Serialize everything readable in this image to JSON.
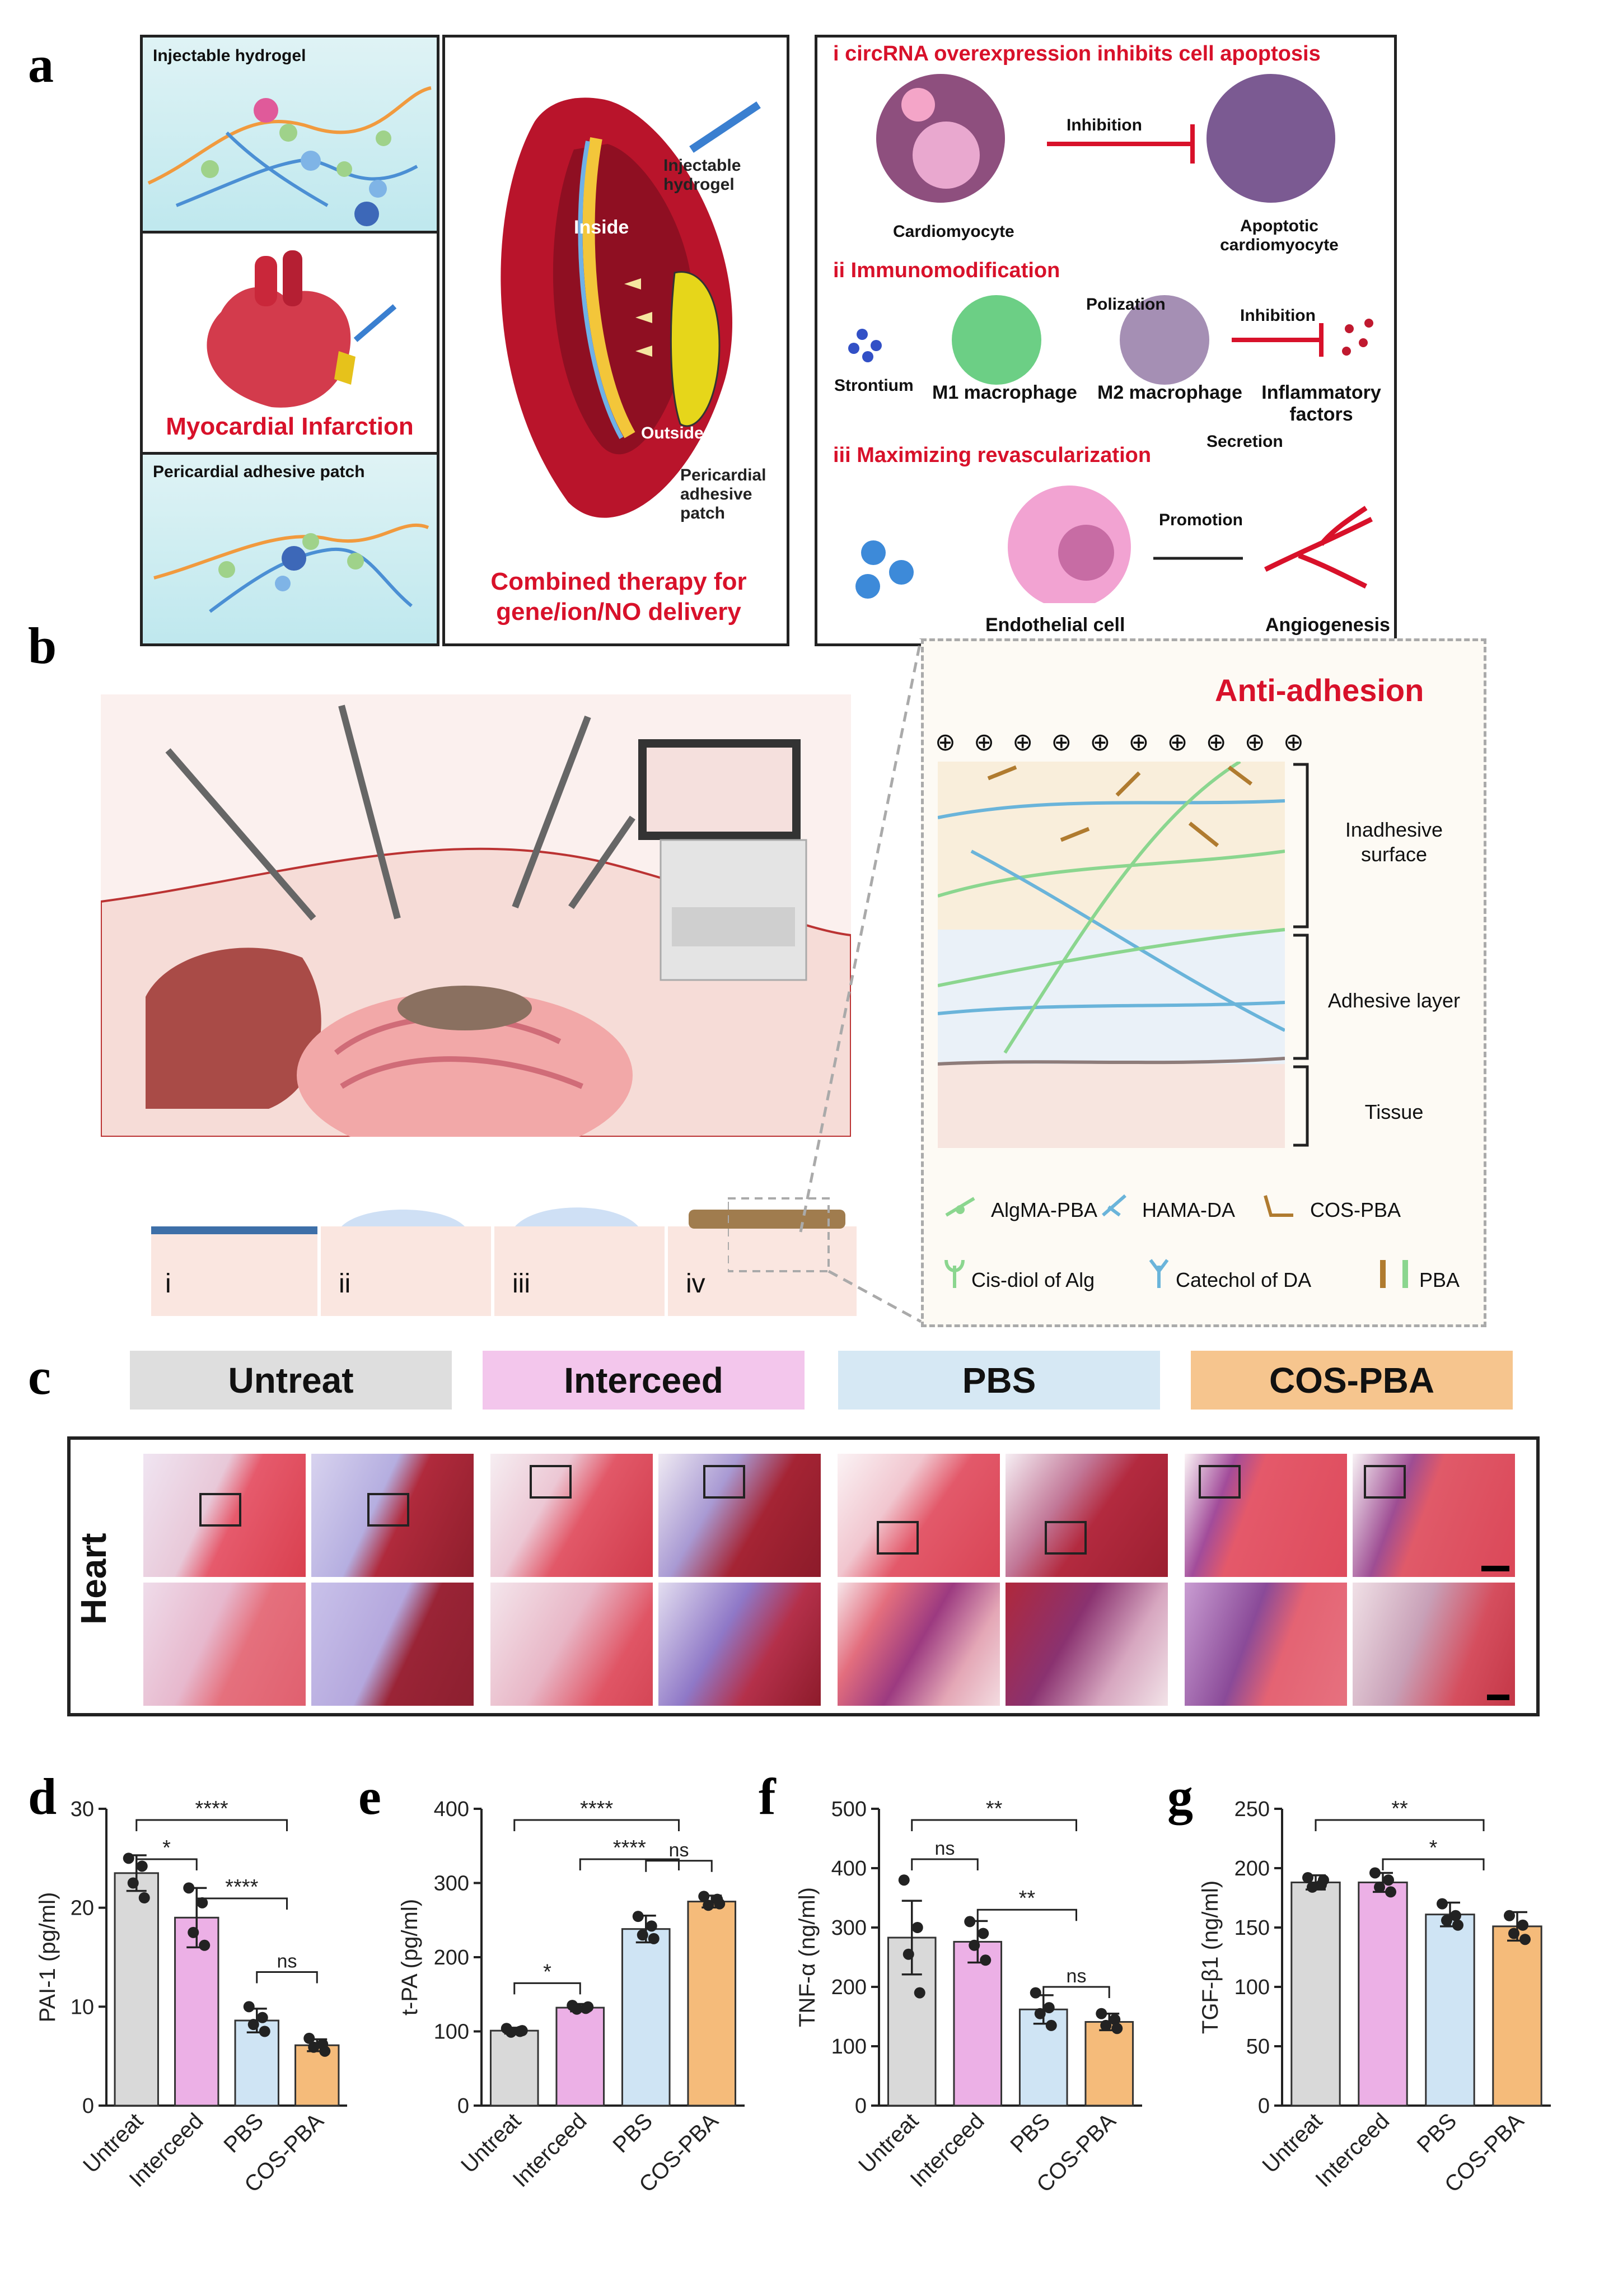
{
  "panel_labels": {
    "a": "a",
    "b": "b",
    "c": "c",
    "d": "d",
    "e": "e",
    "f": "f",
    "g": "g"
  },
  "panel_a": {
    "left_top_label": "Injectable hydrogel",
    "left_mid_label": "Myocardial Infarction",
    "left_bottom_label": "Pericardial adhesive patch",
    "center_labels": {
      "injectable_hydrogel": "Injectable hydrogel",
      "inside": "Inside",
      "outside": "Outside",
      "patch": "Pericardial adhesive patch",
      "combined": "Combined therapy for gene/ion/NO delivery"
    },
    "right": {
      "i_title": "i  circRNA overexpression inhibits cell apoptosis",
      "cardiomyocyte": "Cardiomyocyte",
      "inhibition1": "Inhibition",
      "apoptotic": "Apoptotic cardiomyocyte",
      "ii_title": "ii  Immunomodification",
      "strontium": "Strontium",
      "polization": "Polization",
      "m1": "M1 macrophage",
      "m2": "M2 macrophage",
      "inhibition2": "Inhibition",
      "inflammatory": "Inflammatory factors",
      "secretion": "Secretion",
      "iii_title": "iii  Maximizing revascularization",
      "promotion": "Promotion",
      "endothelial": "Endothelial cell",
      "angiogenesis": "Angiogenesis"
    }
  },
  "panel_b": {
    "anti_adhesion": "Anti-adhesion",
    "layers": [
      "Inadhesive surface",
      "Adhesive layer",
      "Tissue"
    ],
    "steps": [
      "i",
      "ii",
      "iii",
      "iv"
    ],
    "legend": [
      "AlgMA-PBA",
      "HAMA-DA",
      "COS-PBA",
      "Cis-diol of Alg",
      "Catechol of DA",
      "PBA"
    ],
    "plus_sign": "⊕"
  },
  "panel_c": {
    "groups": [
      {
        "name": "Untreat",
        "color": "#dedede"
      },
      {
        "name": "Interceed",
        "color": "#f3c6ec"
      },
      {
        "name": "PBS",
        "color": "#d6e8f4"
      },
      {
        "name": "COS-PBA",
        "color": "#f6c58e"
      }
    ],
    "row_label": "Heart"
  },
  "colors": {
    "untreat": "#d9d9d9",
    "interceed": "#ecb0e6",
    "pbs": "#cfe4f4",
    "cospba": "#f5bb7a",
    "accent_red": "#d8112a"
  },
  "chart_data": [
    {
      "panel": "d",
      "type": "bar",
      "categories": [
        "Untreat",
        "Interceed",
        "PBS",
        "COS-PBA"
      ],
      "values": [
        23.5,
        19.0,
        8.6,
        6.1
      ],
      "errors": [
        1.8,
        3.0,
        1.2,
        0.6
      ],
      "points": [
        [
          25.0,
          24.2,
          22.5,
          21.0
        ],
        [
          22.0,
          20.5,
          17.5,
          16.2
        ],
        [
          10.0,
          8.9,
          8.2,
          7.5
        ],
        [
          6.8,
          6.2,
          5.9,
          5.5
        ]
      ],
      "ylabel": "PAI-1 (pg/ml)",
      "yticks": [
        0,
        10,
        20,
        30
      ],
      "ylim": [
        0,
        30
      ],
      "sig": [
        "****",
        "*",
        "****",
        "ns"
      ]
    },
    {
      "panel": "e",
      "type": "bar",
      "categories": [
        "Untreat",
        "Interceed",
        "PBS",
        "COS-PBA"
      ],
      "values": [
        101,
        132,
        238,
        275
      ],
      "errors": [
        4,
        5,
        18,
        8
      ],
      "points": [
        [
          104,
          100,
          99,
          101
        ],
        [
          135,
          131,
          130,
          133
        ],
        [
          255,
          242,
          230,
          225
        ],
        [
          282,
          278,
          270,
          272
        ]
      ],
      "ylabel": "t-PA (pg/ml)",
      "yticks": [
        0,
        100,
        200,
        300,
        400
      ],
      "ylim": [
        0,
        400
      ],
      "sig": [
        "****",
        "****",
        "*",
        "ns"
      ]
    },
    {
      "panel": "f",
      "type": "bar",
      "categories": [
        "Untreat",
        "Interceed",
        "PBS",
        "COS-PBA"
      ],
      "values": [
        283,
        276,
        162,
        141
      ],
      "errors": [
        62,
        35,
        24,
        14
      ],
      "points": [
        [
          380,
          300,
          255,
          190
        ],
        [
          310,
          290,
          270,
          245
        ],
        [
          190,
          165,
          155,
          135
        ],
        [
          155,
          145,
          135,
          130
        ]
      ],
      "ylabel": "TNF-α (ng/ml)",
      "yticks": [
        0,
        100,
        200,
        300,
        400,
        500
      ],
      "ylim": [
        0,
        500
      ],
      "sig": [
        "**",
        "ns",
        "**",
        "ns"
      ]
    },
    {
      "panel": "g",
      "type": "bar",
      "categories": [
        "Untreat",
        "Interceed",
        "PBS",
        "COS-PBA"
      ],
      "values": [
        188,
        188,
        161,
        151
      ],
      "errors": [
        6,
        8,
        10,
        12
      ],
      "points": [
        [
          192,
          186,
          184,
          190
        ],
        [
          196,
          190,
          184,
          180
        ],
        [
          170,
          160,
          156,
          152
        ],
        [
          160,
          152,
          145,
          140
        ]
      ],
      "ylabel": "TGF-β1 (ng/ml)",
      "yticks": [
        0,
        50,
        100,
        150,
        200,
        250
      ],
      "ylim": [
        0,
        250
      ],
      "sig": [
        "**",
        "*"
      ]
    }
  ]
}
